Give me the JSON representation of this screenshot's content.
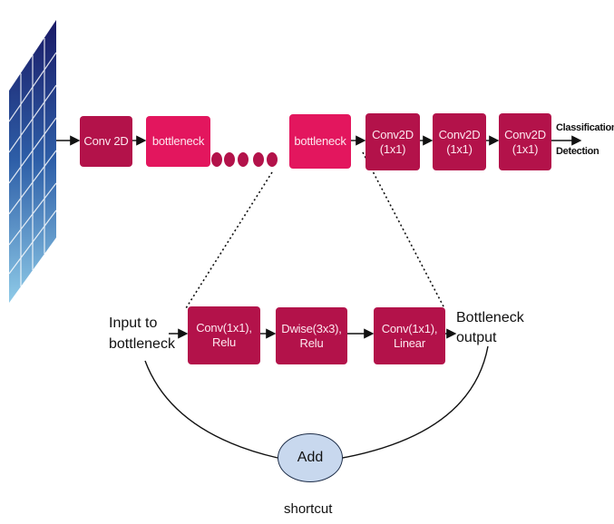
{
  "main_row": {
    "conv2d": "Conv 2D",
    "bottleneck_1": "bottleneck",
    "bottleneck_2": "bottleneck",
    "conv1": "Conv2D\n(1x1)",
    "conv2": "Conv2D\n(1x1)",
    "conv3": "Conv2D\n(1x1)",
    "output": "Classification,\nDetection"
  },
  "bottleneck_detail": {
    "input_label": "Input to\nbottleneck",
    "conv_relu": "Conv(1x1),\nRelu",
    "dwise": "Dwise(3x3),\nRelu",
    "conv_linear": "Conv(1x1),\nLinear",
    "output_label": "Bottleneck\noutput",
    "add": "Add",
    "shortcut": "shortcut"
  },
  "colors": {
    "dark_block": "#b3124a",
    "pink_block": "#e3165e",
    "add_node": "#c8d8ee"
  }
}
